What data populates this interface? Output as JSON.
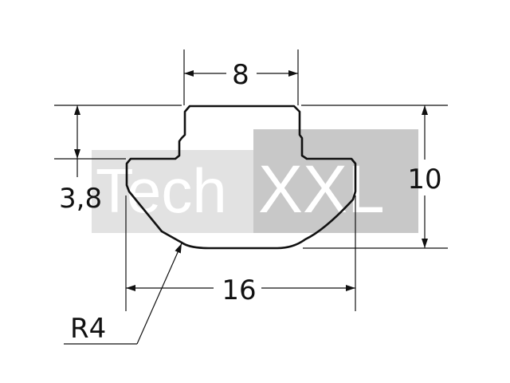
{
  "watermark": {
    "part1": "Tech",
    "part2": "XXL"
  },
  "dimensions": {
    "top_width": "8",
    "bottom_width": "16",
    "total_height": "10",
    "step_height": "3,8",
    "radius": "R4"
  },
  "colors": {
    "line": "#111111",
    "watermark_band": "#e2e2e2",
    "watermark_box": "#c8c8c8"
  }
}
